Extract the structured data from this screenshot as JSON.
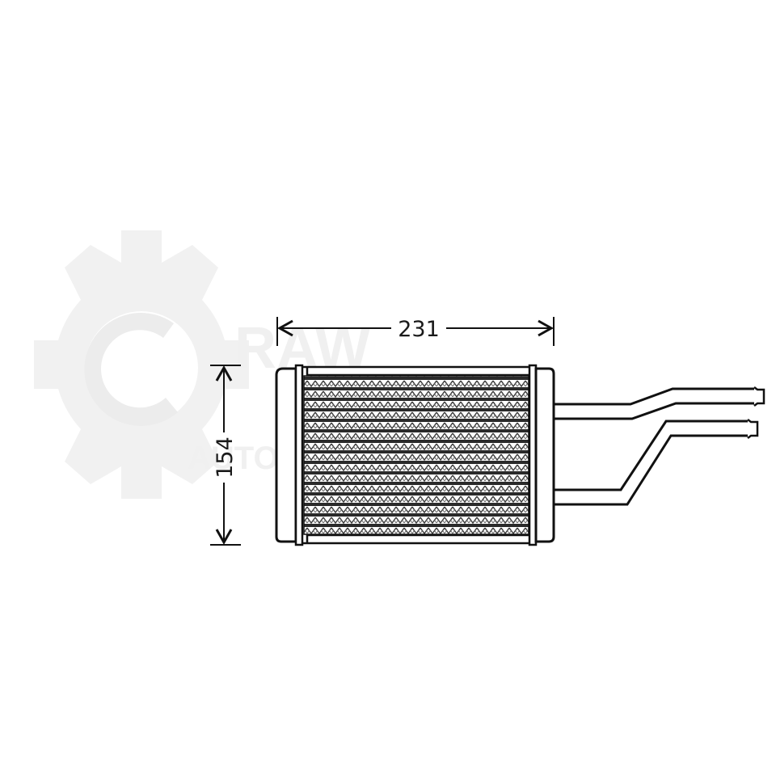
{
  "drawing": {
    "subject": "heater core / heat exchanger technical drawing",
    "line_color": "#111111",
    "background": "#ffffff"
  },
  "dimensions": {
    "width": {
      "value": "231",
      "unit": "mm"
    },
    "height": {
      "value": "154",
      "unit": "mm"
    }
  },
  "watermark": {
    "logo": "gear-logo",
    "letter": "C",
    "text_fragment_top": "RAW",
    "text_fragment_bottom": "AUTO",
    "color": "#efefef"
  },
  "core": {
    "fin_rows": 15,
    "pipes": 2
  }
}
